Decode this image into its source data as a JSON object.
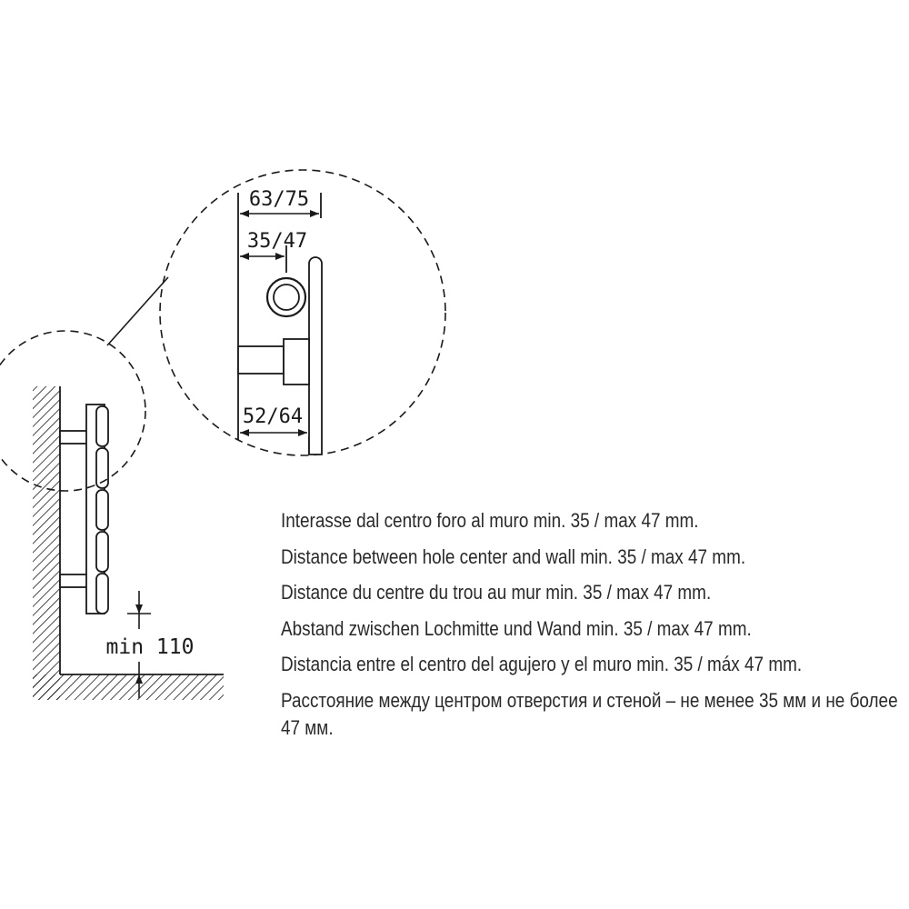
{
  "dimensions": {
    "outer_width": "63/75",
    "hole_center": "35/47",
    "bracket_depth": "52/64",
    "floor_clearance": "min 110"
  },
  "description_lines": [
    "Interasse dal centro foro al muro min. 35 / max 47 mm.",
    "Distance between hole center and wall min. 35 / max 47 mm.",
    "Distance du centre du trou au mur min. 35 / max 47 mm.",
    "Abstand zwischen Lochmitte und Wand min. 35 / max 47 mm.",
    "Distancia entre el centro del agujero y el muro min. 35 / máx 47 mm.",
    "Расстояние между центром отверстия и стеной – не менее 35 мм и не более 47 мм."
  ],
  "colors": {
    "line": "#1a1a1a",
    "text": "#2a2a2a"
  }
}
